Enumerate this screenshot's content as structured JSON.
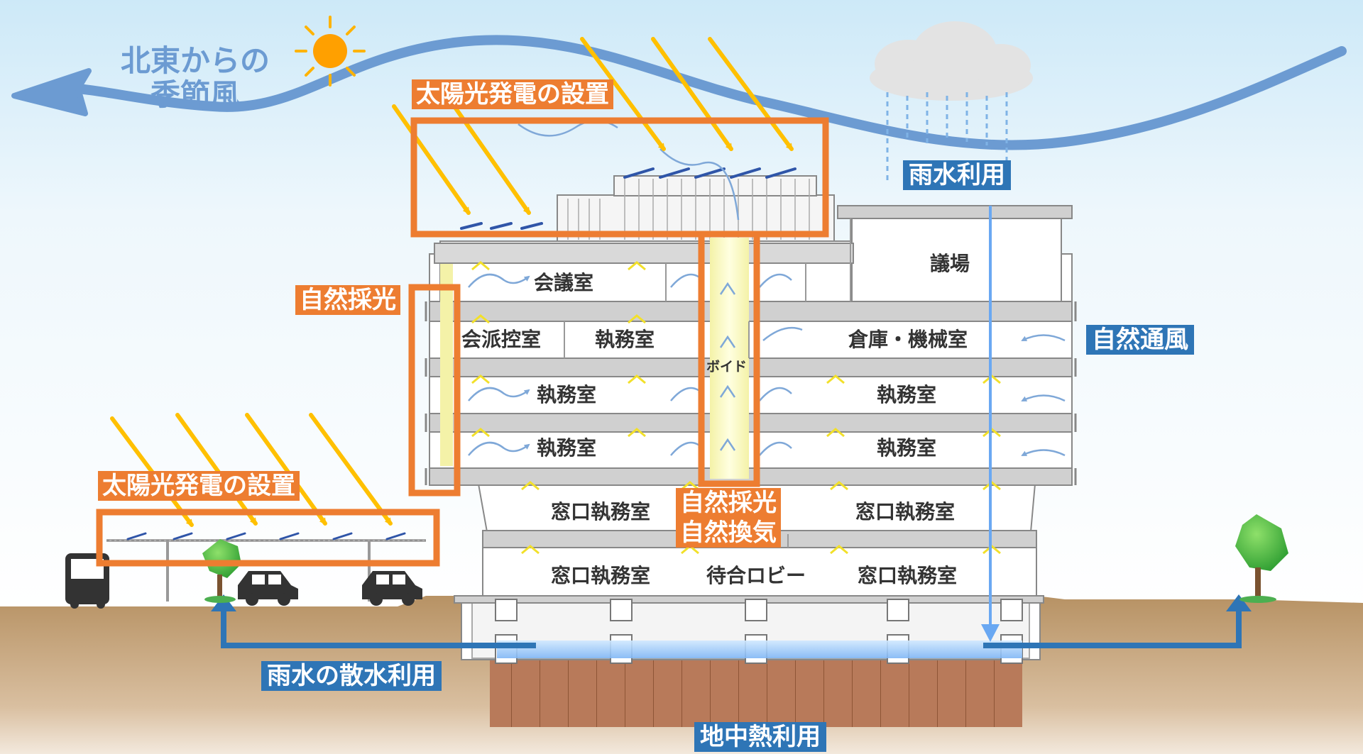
{
  "wind": {
    "line1": "北東からの",
    "line2": "季節風"
  },
  "labels": {
    "solar_roof": "太陽光発電の設置",
    "solar_carport": "太陽光発電の設置",
    "daylight_side": "自然採光",
    "daylight_vent_1": "自然採光",
    "daylight_vent_2": "自然換気",
    "rainwater": "雨水利用",
    "natural_vent": "自然通風",
    "rain_sprinkle": "雨水の散水利用",
    "geothermal": "地中熱利用"
  },
  "rooms": {
    "assembly_hall": "議場",
    "meeting_room": "会議室",
    "faction_room": "会派控室",
    "office_5f": "執務室",
    "storage": "倉庫・機械室",
    "void": "ボイド",
    "office_4f_left": "執務室",
    "office_4f_right": "執務室",
    "office_3f_left": "執務室",
    "office_3f_right": "執務室",
    "counter_2f_left": "窓口執務室",
    "counter_2f_right": "窓口執務室",
    "counter_1f_left": "窓口執務室",
    "lobby": "待合ロビー",
    "counter_1f_right": "窓口執務室"
  },
  "colors": {
    "accent_orange": "#ED7D31",
    "accent_blue": "#2E75B6",
    "sun_ray": "#FFC000",
    "ground": "#BC9A6E",
    "wind": "#6C9BD2"
  }
}
